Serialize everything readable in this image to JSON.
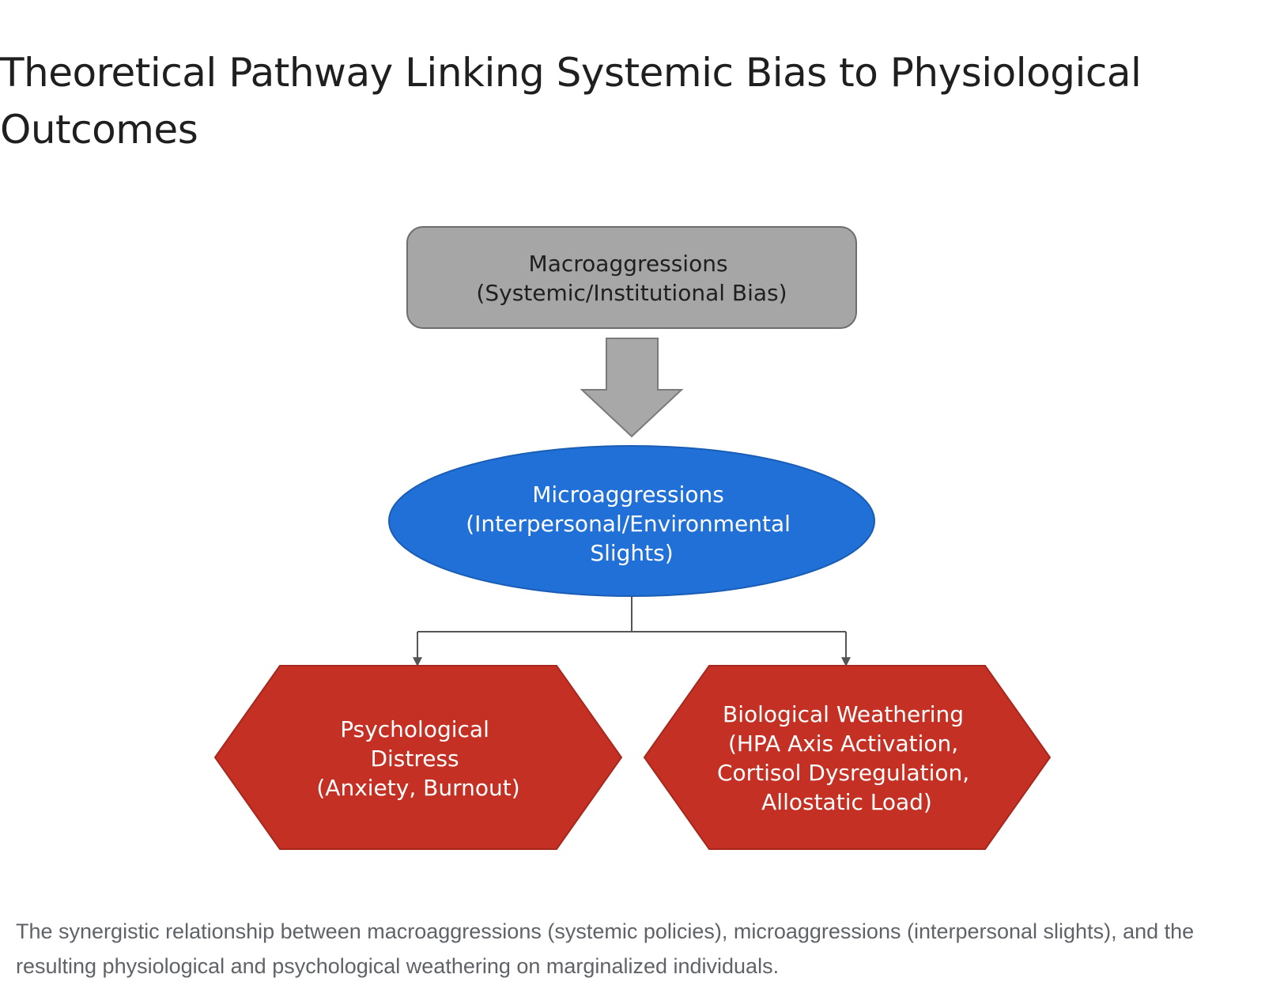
{
  "title": "Theoretical Pathway Linking Systemic Bias to Physiological Outcomes",
  "diagram": {
    "macro": {
      "lines": [
        "Macroaggressions",
        "(Systemic/Institutional Bias)"
      ],
      "fill": "#a6a6a6",
      "stroke": "#6e6e6e",
      "text_color": "#1f1f1f"
    },
    "arrow": {
      "fill": "#a8a8a8",
      "stroke": "#7a7a7a"
    },
    "micro": {
      "lines": [
        "Microaggressions",
        "(Interpersonal/Environmental",
        "Slights)"
      ],
      "fill": "#2070d8",
      "stroke": "#1a5db5",
      "text_color": "#ffffff"
    },
    "connector_color": "#555555",
    "psych": {
      "lines": [
        "Psychological",
        "Distress",
        "(Anxiety, Burnout)"
      ],
      "fill": "#c53024",
      "stroke": "#a8271d",
      "text_color": "#ffffff"
    },
    "bio": {
      "lines": [
        "Biological Weathering",
        "(HPA Axis Activation,",
        "Cortisol Dysregulation,",
        "Allostatic Load)"
      ],
      "fill": "#c53024",
      "stroke": "#a8271d",
      "text_color": "#ffffff"
    }
  },
  "caption": "The synergistic relationship between macroaggressions (systemic policies), microaggressions (interpersonal slights), and the resulting physiological and psychological weathering on marginalized individuals."
}
